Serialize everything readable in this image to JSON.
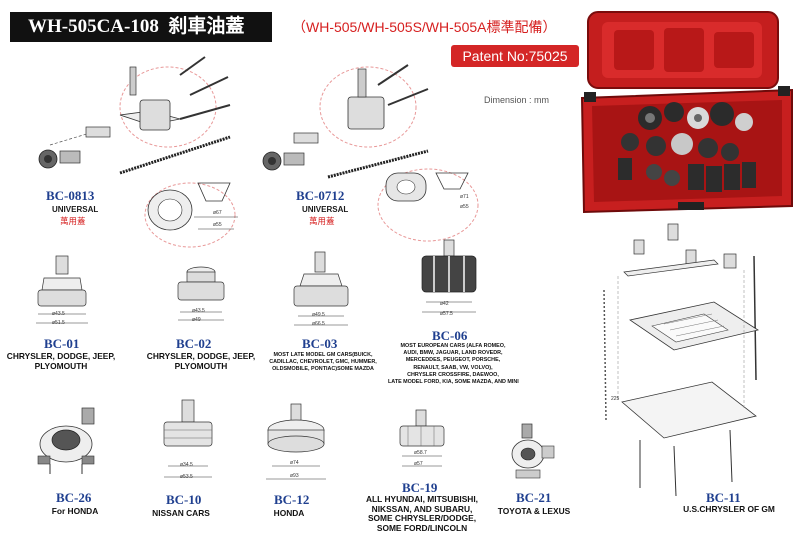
{
  "header": {
    "model": "WH-505CA-108",
    "model_cn": "刹車油蓋",
    "subtitle": "（WH-505/WH-505S/WH-505A標準配備）",
    "patent": "Patent No:75025",
    "dimension_note": "Dimension : mm"
  },
  "universal_sets": [
    {
      "code": "BC-0813",
      "label": "UNIVERSAL",
      "label_cn": "萬用蓋",
      "dims": [
        "ø67",
        "ø55"
      ]
    },
    {
      "code": "BC-0712",
      "label": "UNIVERSAL",
      "label_cn": "萬用蓋",
      "dims": [
        "ø71",
        "ø55"
      ]
    }
  ],
  "adapters_row1": [
    {
      "code": "BC-01",
      "desc": [
        "CHRYSLER, DODGE, JEEP,",
        "PLYOMOUTH"
      ],
      "dims": [
        "ø43.5",
        "ø51.5"
      ]
    },
    {
      "code": "BC-02",
      "desc": [
        "CHRYSLER, DODGE, JEEP,",
        "PLYOMOUTH"
      ],
      "dims": [
        "ø43.5",
        "ø49"
      ]
    },
    {
      "code": "BC-03",
      "desc": [
        "MOST LATE MODEL GM CARS(BUICK,",
        "CADILLAC, CHEVROLET, GMC, HUMMER,",
        "OLDSMOBILE, PONTIAC)SOME MAZDA"
      ],
      "dims": [
        "ø49.5",
        "ø66.5"
      ]
    },
    {
      "code": "BC-06",
      "desc": [
        "MOST EUROPEAN CARS (ALFA ROMEO,",
        "AUDI, BMW, JAGUAR, LAND ROVEDR,",
        "MERCEDDES, PEUGEOT, PORSCHE,",
        "RENAULT, SAAB, VW, VOLVO),",
        "CHRYSLER CROSSFIRE, DAEWOO,",
        "LATE MODEL FORD, KIA, SOME MAZDA, AND MINI"
      ],
      "dims": [
        "ø42",
        "ø57.5"
      ]
    }
  ],
  "adapters_row2": [
    {
      "code": "BC-26",
      "desc": [
        "For  HONDA"
      ]
    },
    {
      "code": "BC-10",
      "desc": [
        "NISSAN CARS"
      ],
      "dims": [
        "ø34.5",
        "ø53.5"
      ]
    },
    {
      "code": "BC-12",
      "desc": [
        "HONDA"
      ],
      "dims": [
        "ø74",
        "ø93"
      ]
    },
    {
      "code": "BC-19",
      "desc": [
        "ALL HYUNDAI, MITSUBISHI,",
        "NIKSSAN, AND SUBARU,",
        "SOME CHRYSLER/DODGE,",
        "SOME FORD/LINCOLN"
      ],
      "dims": [
        "ø58.7",
        "ø57"
      ]
    },
    {
      "code": "BC-21",
      "desc": [
        "TOYOTA & LEXUS"
      ]
    }
  ],
  "bc11": {
    "code": "BC-11",
    "desc": "U.S.CHRYSLER OF GM",
    "dim": "225"
  },
  "colors": {
    "accent_red": "#d42626",
    "code_blue": "#1f3f8f",
    "case_red": "#c41e1e",
    "title_bg": "#111111"
  }
}
